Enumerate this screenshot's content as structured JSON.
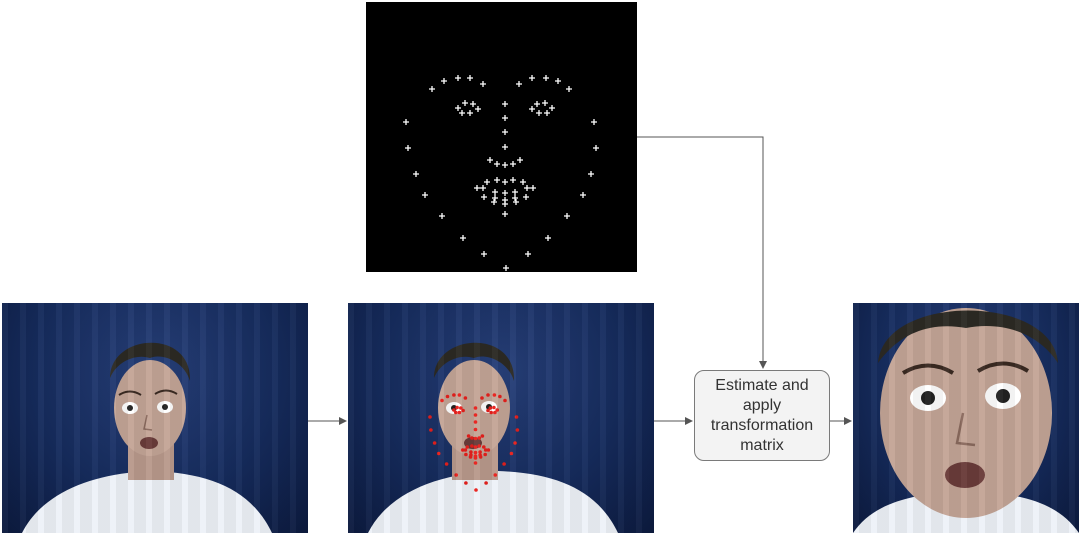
{
  "process": {
    "label": "Estimate and apply transformation matrix"
  },
  "panels": {
    "reference_landmarks": "reference-landmark-template",
    "input_photo": "input-face-photo",
    "detected_landmarks": "face-photo-with-detected-landmarks",
    "output_photo": "aligned-output-face-photo"
  },
  "colors": {
    "background_photo": "#162c5e",
    "landmark_point_reference": "#ffffff",
    "landmark_point_detected": "#e8201c",
    "connector": "#555555",
    "process_fill": "#f3f3f3",
    "process_border": "#7a7a7a"
  }
}
